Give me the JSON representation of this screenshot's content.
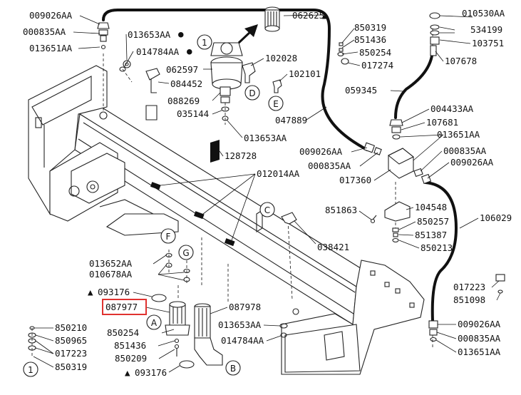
{
  "labels": {
    "p009026aa_tl": "009026AA",
    "p000835aa_tl": "000835AA",
    "p013651aa_tl": "013651AA",
    "p013653aa_t": "013653AA",
    "p014784aa_t": "014784AA",
    "p062625": "062625",
    "p850319_t": "850319",
    "p851436_t": "851436",
    "p850254_t": "850254",
    "p017274": "017274",
    "p102028": "102028",
    "p102101": "102101",
    "p062597": "062597",
    "p084452": "084452",
    "p088269": "088269",
    "p035144": "035144",
    "p059345": "059345",
    "p047889": "047889",
    "p013653aa_m": "013653AA",
    "p128728": "128728",
    "p010530aa": "010530AA",
    "p534199": "534199",
    "p103751": "103751",
    "p107678": "107678",
    "p004433aa": "004433AA",
    "p107681": "107681",
    "p013651aa_r": "013651AA",
    "p000835aa_r": "000835AA",
    "p009026aa_r": "009026AA",
    "p009026aa_m": "009026AA",
    "p000835aa_m": "000835AA",
    "p017360": "017360",
    "p012014aa": "012014AA",
    "p851863": "851863",
    "p104548": "104548",
    "p850257": "850257",
    "p851387": "851387",
    "p850213": "850213",
    "p106029": "106029",
    "p038421": "038421",
    "p013652aa": "013652AA",
    "p010678aa": "010678AA",
    "p093176_a": "093176",
    "p087977": "087977",
    "p087978": "087978",
    "p013653aa_b": "013653AA",
    "p014784aa_b": "014784AA",
    "p850254_b": "850254",
    "p851436_b": "851436",
    "p850209": "850209",
    "p093176_b": "093176",
    "p850210": "850210",
    "p850965": "850965",
    "p017223_bl": "017223",
    "p850319_bl": "850319",
    "p017223_r": "017223",
    "p851098": "851098",
    "p009026aa_br": "009026AA",
    "p000835aa_br": "000835AA",
    "p013651aa_br": "013651AA"
  },
  "callouts": {
    "c1_top": "1",
    "c1_bottom": "1",
    "cA": "A",
    "cB": "B",
    "cC": "C",
    "cD": "D",
    "cE": "E",
    "cF": "F",
    "cG": "G"
  },
  "symbols": {
    "triangle": "▲",
    "dot": "●"
  },
  "highlighted_part": "087977",
  "colors": {
    "line": "#111111",
    "highlight": "#e0322f",
    "background": "#ffffff"
  }
}
